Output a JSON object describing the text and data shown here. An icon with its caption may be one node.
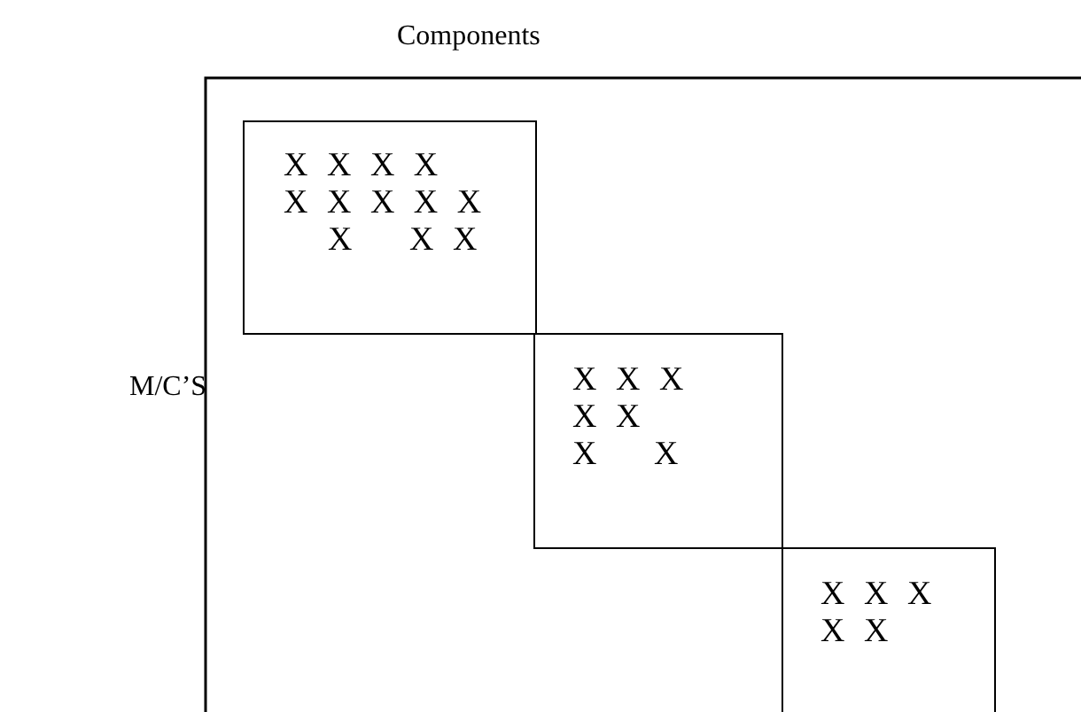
{
  "diagram": {
    "nodes": [
      {
        "text": [
          "X X X X",
          "X X X X X",
          "X   X X"
        ]
      },
      {
        "text": [
          "X X X",
          "X X",
          "X   X"
        ]
      },
      {
        "text": [
          "X X X",
          "X X"
        ]
      }
    ],
    "labels": [
      "Components",
      "M/C’S"
    ]
  }
}
